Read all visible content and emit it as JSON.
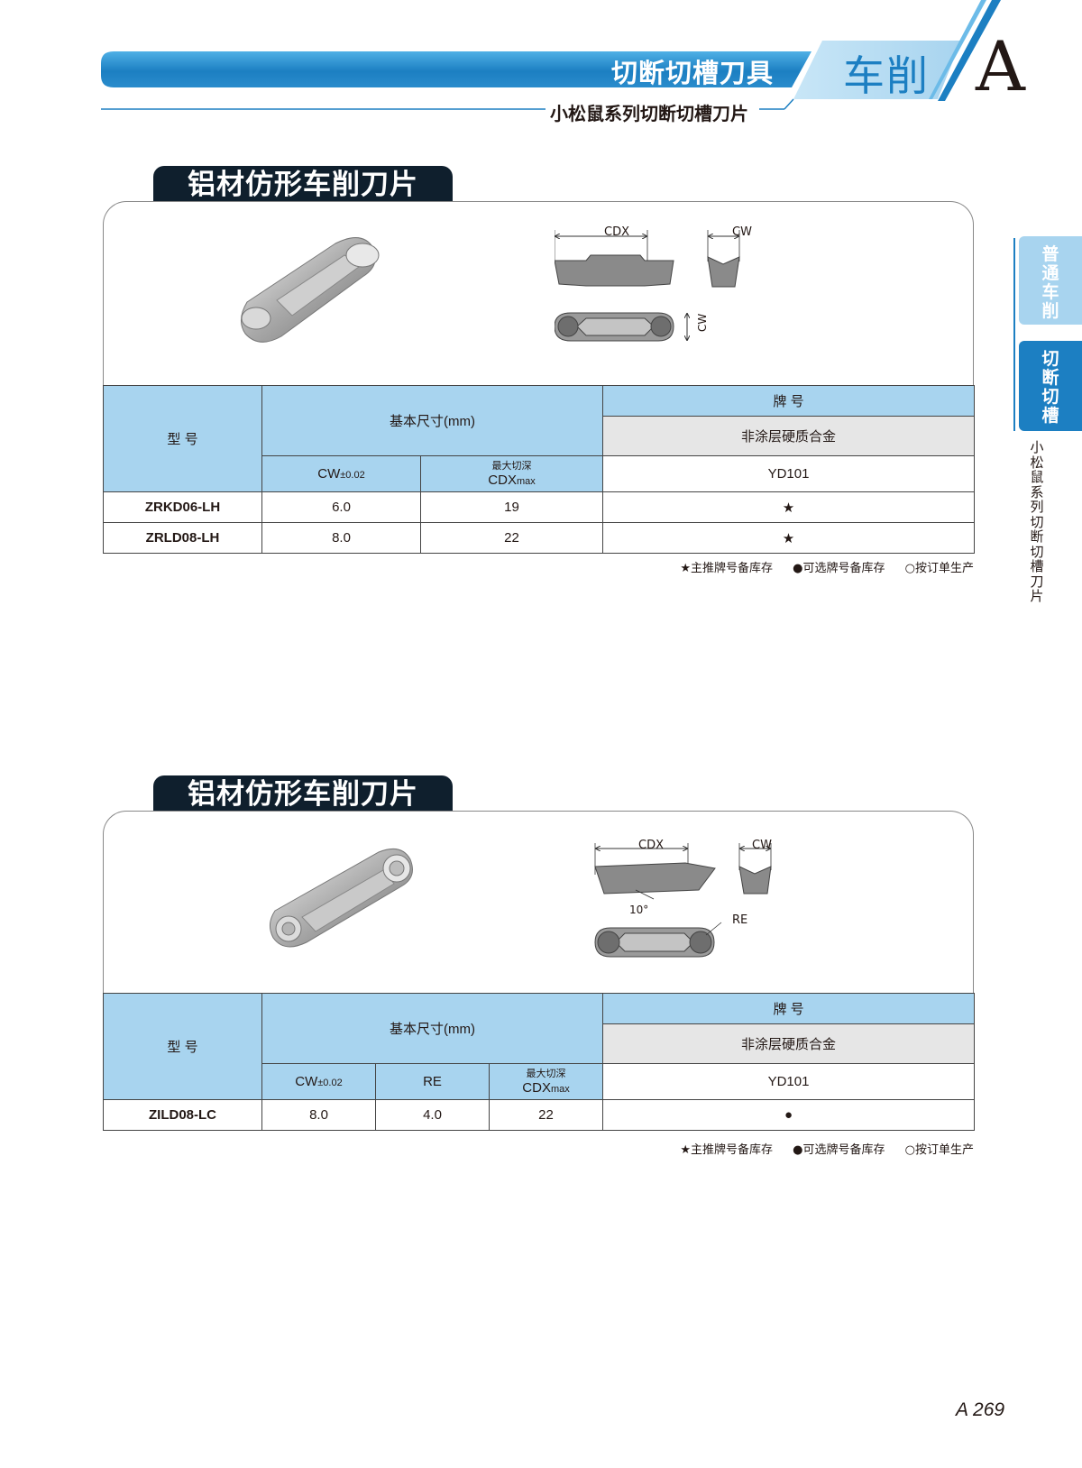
{
  "header": {
    "title": "切断切槽刀具",
    "category": "车削",
    "section_letter": "A",
    "subtitle": "小松鼠系列切断切槽刀片",
    "colors": {
      "bar_blue": "#1c7fc2",
      "bar_light": "#a8d4ef",
      "dark_tab": "#0f1f2d"
    }
  },
  "side_tabs": {
    "tab1": "普通车削",
    "tab2": "切断切槽",
    "vertical_text": "小松鼠系列切断切槽刀片"
  },
  "section1": {
    "title": "铝材仿形车削刀片",
    "drawing_labels": {
      "cdx": "CDX",
      "cw": "CW",
      "cw_side": "CW"
    },
    "table": {
      "model_header": "型 号",
      "dims_header": "基本尺寸(mm)",
      "grade_header": "牌 号",
      "grade_type": "非涂层硬质合金",
      "col_cw": "CW",
      "col_cw_tol": "±0.02",
      "col_cdx_top": "最大切深",
      "col_cdx": "CDX",
      "col_cdx_sub": "max",
      "grade_name": "YD101",
      "rows": [
        {
          "model": "ZRKD06-LH",
          "cw": "6.0",
          "cdx": "19",
          "mark": "★"
        },
        {
          "model": "ZRLD08-LH",
          "cw": "8.0",
          "cdx": "22",
          "mark": "★"
        }
      ]
    },
    "legend": {
      "star": "★主推牌号备库存",
      "dot": "●可选牌号备库存",
      "circle": "○按订单生产"
    }
  },
  "section2": {
    "title": "铝材仿形车削刀片",
    "drawing_labels": {
      "cdx": "CDX",
      "cw": "CW",
      "angle": "10°",
      "re": "RE"
    },
    "table": {
      "model_header": "型 号",
      "dims_header": "基本尺寸(mm)",
      "grade_header": "牌 号",
      "grade_type": "非涂层硬质合金",
      "col_cw": "CW",
      "col_cw_tol": "±0.02",
      "col_re": "RE",
      "col_cdx_top": "最大切深",
      "col_cdx": "CDX",
      "col_cdx_sub": "max",
      "grade_name": "YD101",
      "rows": [
        {
          "model": "ZILD08-LC",
          "cw": "8.0",
          "re": "4.0",
          "cdx": "22",
          "mark": "●"
        }
      ]
    },
    "legend": {
      "star": "★主推牌号备库存",
      "dot": "●可选牌号备库存",
      "circle": "○按订单生产"
    }
  },
  "page_number": "A 269"
}
